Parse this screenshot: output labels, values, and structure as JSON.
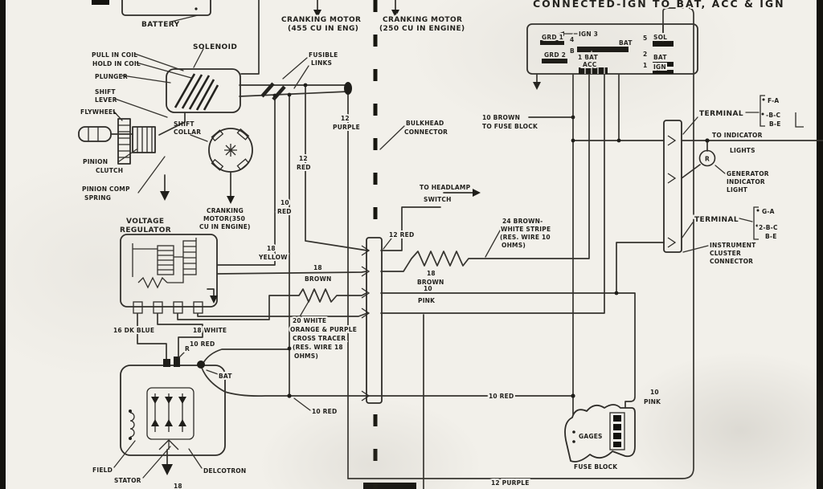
{
  "colors": {
    "paper": "#f2f0ea",
    "ink": "#1f1e1a",
    "wire": "#35332e"
  },
  "labels": {
    "connected": "CONNECTED-IGN TO BAT, ACC & IGN",
    "battery": "BATTERY",
    "solenoid": "SOLENOID",
    "pull_in_coil": "PULL IN COIL",
    "hold_in_coil": "HOLD IN COIL",
    "plunger": "PLUNGER",
    "shift": "SHIFT",
    "lever": "LEVER",
    "flywheel": "FLYWHEEL",
    "shift_collar_1": "SHIFT",
    "shift_collar_2": "COLLAR",
    "pinion_1": "PINION",
    "pinion_2": "CLUTCH",
    "pinion_comp_1": "PINION COMP",
    "pinion_comp_2": "SPRING",
    "cm455_1": "CRANKING MOTOR",
    "cm455_2": "(455 CU IN ENG)",
    "cm250_1": "CRANKING MOTOR",
    "cm250_2": "(250 CU IN ENGINE)",
    "cm350_1": "CRANKING",
    "cm350_2": "MOTOR(350",
    "cm350_3": "CU IN ENGINE)",
    "fusible_1": "FUSIBLE",
    "fusible_2": "LINKS",
    "w12purple_1": "12",
    "w12purple_2": "PURPLE",
    "w12red_1": "12",
    "w12red_2": "RED",
    "w10red_1": "10",
    "w10red_2": "RED",
    "w18yellow_1": "18",
    "w18yellow_2": "YELLOW",
    "vreg_1": "VOLTAGE",
    "vreg_2": "REGULATOR",
    "w16dkblue": "16 DK BLUE",
    "w18white": "18 WHITE",
    "w10red_b": "10 RED",
    "term_r": "R",
    "term_bat": "BAT",
    "field": "FIELD",
    "stator": "STATOR",
    "delcotron": "DELCOTRON",
    "w18gnd": "18",
    "bulkhead_1": "BULKHEAD",
    "bulkhead_2": "CONNECTOR",
    "headlamp_1": "TO HEADLAMP",
    "headlamp_2": "SWITCH",
    "w12red_b": "12 RED",
    "brownL_1": "18",
    "brownL_2": "BROWN",
    "brownR_1": "18",
    "brownR_2": "BROWN",
    "pinkA_1": "10",
    "pinkA_2": "PINK",
    "res20_1": "20 WHITE",
    "res20_2": "ORANGE & PURPLE",
    "res20_3": "CROSS TRACER",
    "res20_4": "(RES. WIRE 18",
    "res20_5": "OHMS)",
    "res24_1": "24 BROWN-",
    "res24_2": "WHITE STRIPE",
    "res24_3": "(RES. WIRE 10",
    "res24_4": "OHMS)",
    "tenbrown_1": "10 BROWN",
    "tenbrown_2": "TO FUSE BLOCK",
    "grd1": "GRD 1",
    "ign3": "IGN 3",
    "grd2": "GRD 2",
    "pin4": "4",
    "pinB": "B",
    "bat_c": "BAT",
    "bat1": "1 BAT",
    "acc": "ACC",
    "pin5": "5",
    "pin2": "2",
    "pin1": "1",
    "sol": "SOL",
    "bat_r": "BAT",
    "ign_r": "IGN",
    "terminal_a": "TERMINAL",
    "fa": "F-A",
    "bca": "-B-C",
    "bea": "B-E",
    "toind_1": "TO INDICATOR",
    "toind_2": "LIGHTS",
    "r_bulb": "R",
    "gen_1": "GENERATOR",
    "gen_2": "INDICATOR",
    "gen_3": "LIGHT",
    "terminal_b": "TERMINAL",
    "ga": "G-A",
    "bcb": "2-B-C",
    "beb": "B-E",
    "instr_1": "INSTRUMENT",
    "instr_2": "CLUSTER",
    "instr_3": "CONNECTOR",
    "w10red_mid": "10 RED",
    "w10red_jct": "10 RED",
    "pinkB_1": "10",
    "pinkB_2": "PINK",
    "gages": "GAGES",
    "fuse_block": "FUSE BLOCK",
    "w12purple_b": "12 PURPLE"
  }
}
